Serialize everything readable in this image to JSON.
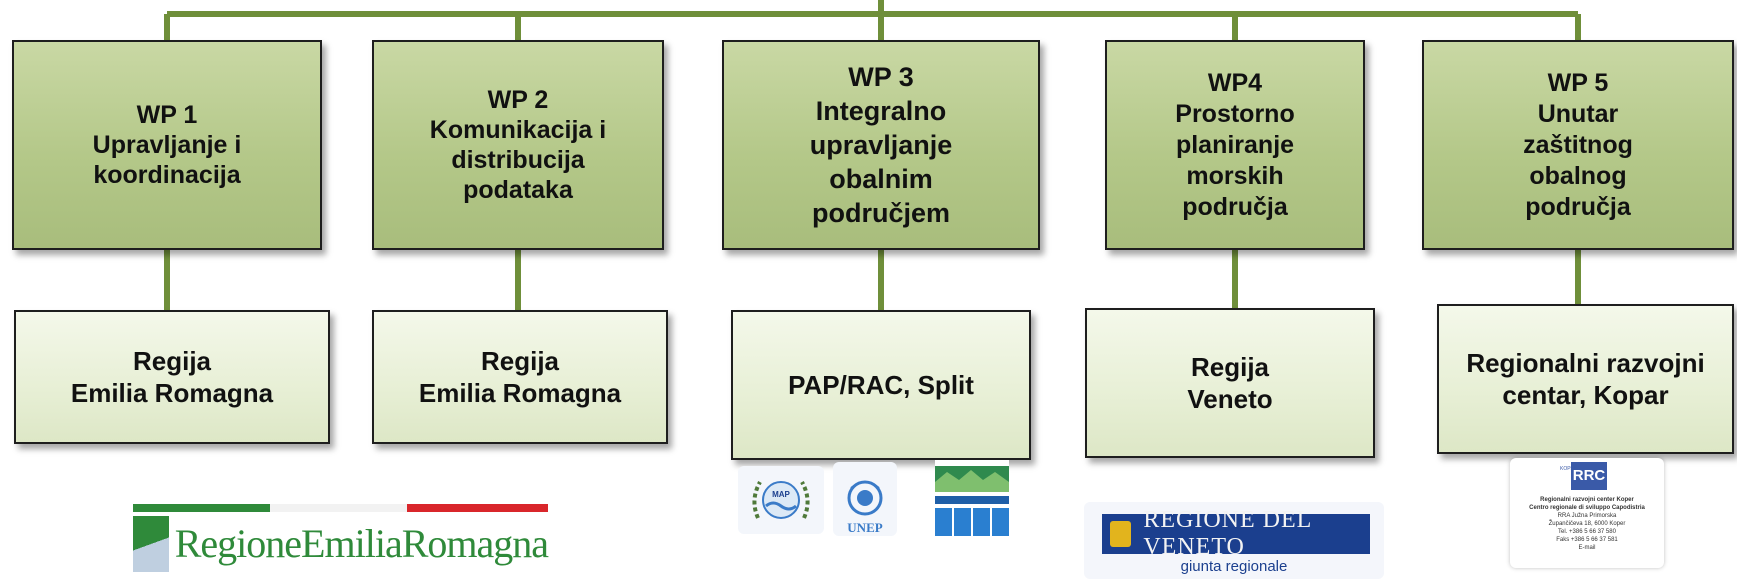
{
  "work_packages": [
    {
      "id": "wp1",
      "lines": [
        "WP 1",
        "Upravljanje i",
        "koordinacija"
      ]
    },
    {
      "id": "wp2",
      "lines": [
        "WP 2",
        "Komunikacija i",
        "distribucija",
        "podataka"
      ]
    },
    {
      "id": "wp3",
      "lines": [
        "WP 3",
        "Integralno",
        "upravljanje",
        "obalnim",
        "područjem"
      ]
    },
    {
      "id": "wp4",
      "lines": [
        "WP4",
        "Prostorno",
        "planiranje",
        "morskih",
        "područja"
      ]
    },
    {
      "id": "wp5",
      "lines": [
        "WP 5",
        "Unutar",
        "zaštitnog",
        "obalnog",
        "područja"
      ]
    }
  ],
  "partners": [
    {
      "id": "p1",
      "lines": [
        "Regija",
        "Emilia Romagna"
      ]
    },
    {
      "id": "p2",
      "lines": [
        "Regija",
        "Emilia Romagna"
      ]
    },
    {
      "id": "p3",
      "lines": [
        "PAP/RAC, Split"
      ]
    },
    {
      "id": "p4",
      "lines": [
        "Regija",
        "Veneto"
      ]
    },
    {
      "id": "p5",
      "lines": [
        "Regionalni razvojni",
        "centar, Kopar"
      ]
    }
  ],
  "logos": {
    "emilia_romagna": "RegioneEmiliaRomagna",
    "map": "MAP",
    "unep": "UNEP",
    "veneto_name": "REGIONE DEL VENETO",
    "veneto_sub": "giunta regionale",
    "rrc_badge": "RRC",
    "rrc_side": "KOPER",
    "rrc_lines": [
      "Regionalni razvojni center Koper",
      "Centro regionale di sviluppo Capodistria",
      "RRA Južna Primorska",
      "Župančičeva 18, 6000 Koper",
      "Tel. +386 5 66 37 580",
      "Faks +386 5 66 37 581",
      "E-mail"
    ]
  },
  "colors": {
    "connector": "#6f8f3a",
    "wp_fill": "#b4c889",
    "partner_fill": "#e7efd5"
  }
}
